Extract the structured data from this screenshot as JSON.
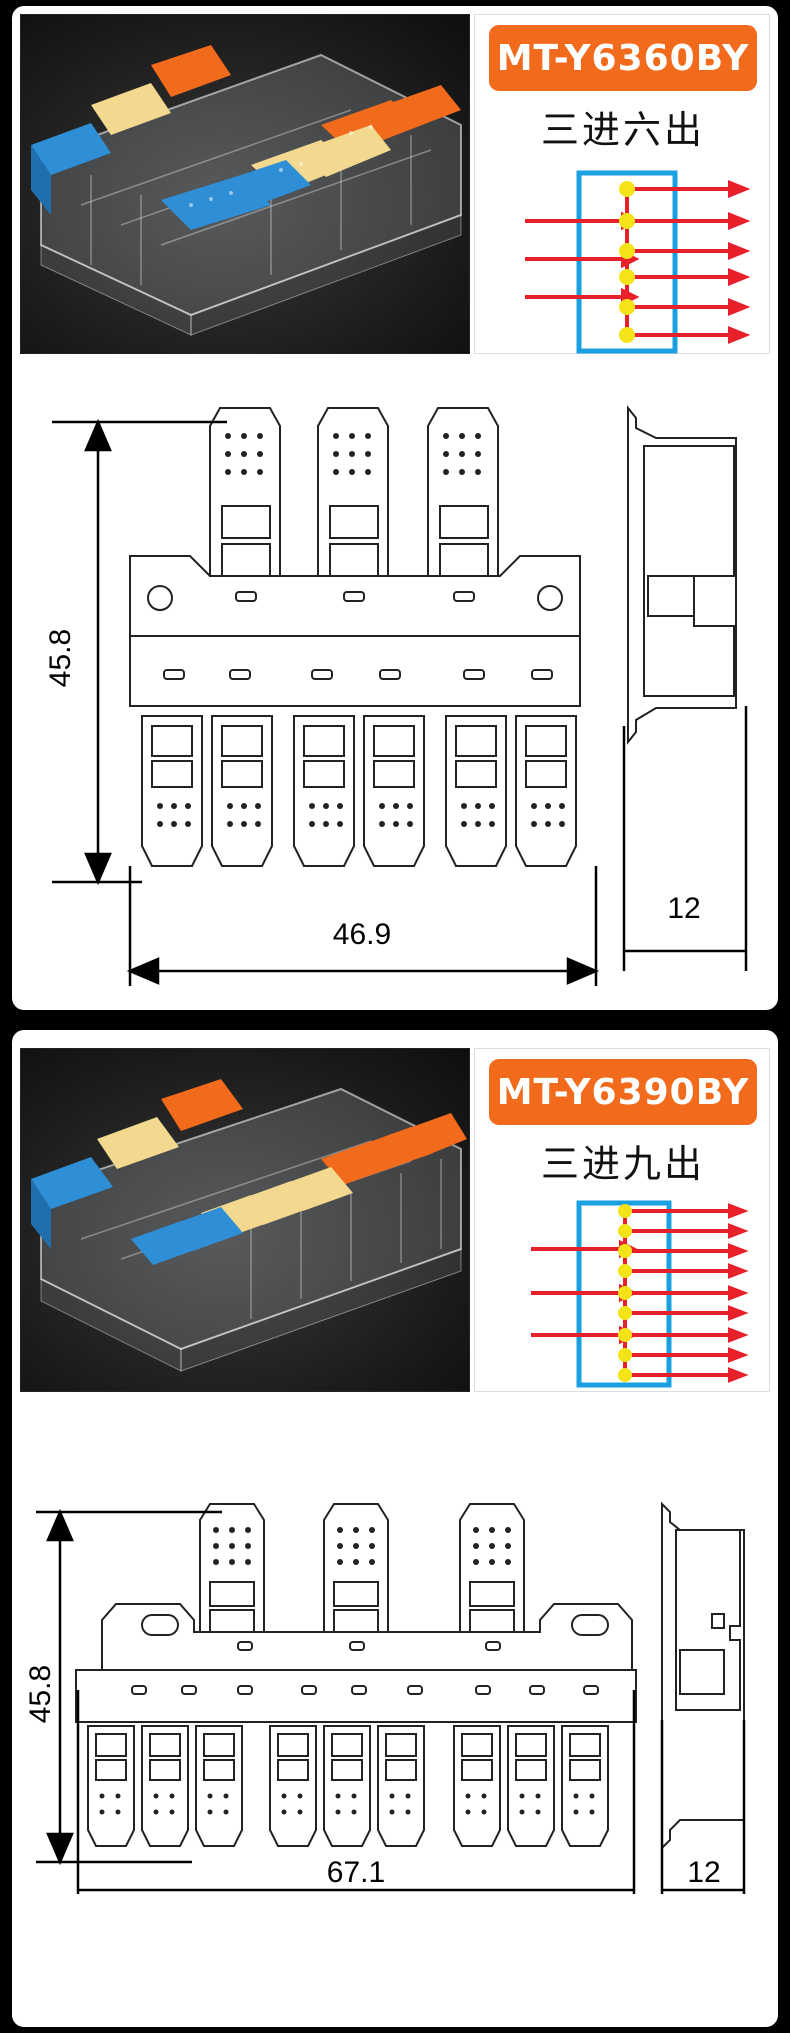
{
  "products": [
    {
      "model": "MT-Y6360BY",
      "config": "三进六出",
      "inputs": 3,
      "outputs": 6,
      "dimensions": {
        "height": "45.8",
        "width": "46.9",
        "depth": "12"
      },
      "lever_colors": [
        "#2f8fd6",
        "#f3d98f",
        "#f26a1b"
      ]
    },
    {
      "model": "MT-Y6390BY",
      "config": "三进九出",
      "inputs": 3,
      "outputs": 9,
      "dimensions": {
        "height": "45.8",
        "width": "67.1",
        "depth": "12"
      },
      "lever_colors": [
        "#2f8fd6",
        "#f3d98f",
        "#f26a1b"
      ]
    }
  ],
  "colors": {
    "badge": "#f26a1b",
    "wire": "#e8202a",
    "box": "#1aa0e0",
    "node": "#f5e31a"
  }
}
